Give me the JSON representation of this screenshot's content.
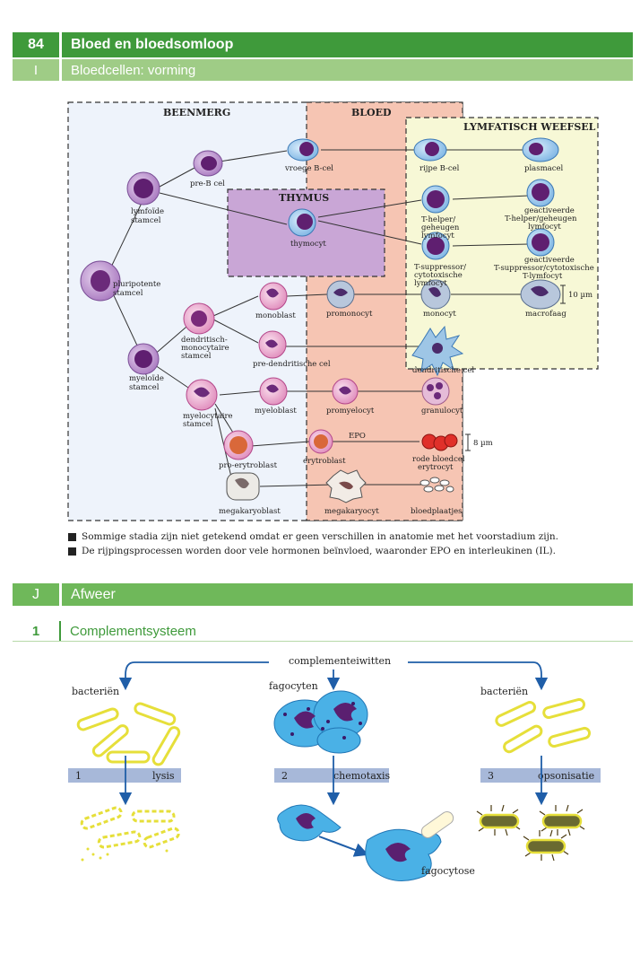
{
  "header": {
    "page_number": "84",
    "title": "Bloed en bloedsomloop"
  },
  "subheader": {
    "number": "I",
    "title": "Bloedcellen: vorming"
  },
  "regions": {
    "beenmerg": "BEENMERG",
    "bloed": "BLOED",
    "lymfatisch": "LYMFATISCH WEEFSEL",
    "thymus": "THYMUS"
  },
  "cells": {
    "vroege_b": "vroege B-cel",
    "rijpe_b": "rijpe B-cel",
    "plasmacel": "plasmacel",
    "pre_b": "pre-B cel",
    "lymfoide": [
      "lymfoïde",
      "stamcel"
    ],
    "thymocyt": "thymocyt",
    "t_helper": [
      "T-helper/",
      "geheugen",
      "lymfocyt"
    ],
    "geact_helper": [
      "geactiveerde",
      "T-helper/geheugen",
      "lymfocyt"
    ],
    "t_supp": [
      "T-suppressor/",
      "cytotoxische",
      "lymfocyt"
    ],
    "geact_supp": [
      "geactiveerde",
      "T-suppressor/cytotoxische",
      "T-lymfocyt"
    ],
    "pluripotente": [
      "pluripotente",
      "stamcel"
    ],
    "monoblast": "monoblast",
    "promonocyt": "promonocyt",
    "monocyt": "monocyt",
    "macrofaag": "macrofaag",
    "scale_10": "10 µm",
    "dendritisch_mono": [
      "dendritisch-",
      "monocytaire",
      "stamcel"
    ],
    "pre_dendritische": "pre-dendritische cel",
    "dendritische": "dendritische cel",
    "myeloide": [
      "myeloïde",
      "stamcel"
    ],
    "myelocytaire": [
      "myelocytaire",
      "stamcel"
    ],
    "myeloblast": "myeloblast",
    "promyelocyt": "promyelocyt",
    "granulocyt": "granulocyt",
    "epo": "EPO",
    "pro_erytroblast": "pro-erytroblast",
    "erytroblast": "erytroblast",
    "rode": [
      "rode bloedcel",
      "erytrocyt"
    ],
    "scale_8": "8 µm",
    "megakaryoblast": "megakaryoblast",
    "megakaryocyt": "megakaryocyt",
    "bloedplaatjes": "bloedplaatjes"
  },
  "notes": [
    "Sommige stadia zijn niet getekend omdat er geen verschillen in anatomie met het voorstadium zijn.",
    "De rijpingsprocessen worden door vele hormonen beïnvloed, waaronder EPO en interleukinen (IL)."
  ],
  "section_j": {
    "letter": "J",
    "title": "Afweer"
  },
  "section_1": {
    "number": "1",
    "title": "Complementsysteem"
  },
  "complement": {
    "top_label": "complementeiwitten",
    "bacteria_left": "bacteriën",
    "bacteria_right": "bacteriën",
    "fagocyten": "fagocyten",
    "steps": [
      {
        "num": "1",
        "label": "lysis"
      },
      {
        "num": "2",
        "label": "chemotaxis"
      },
      {
        "num": "3",
        "label": "opsonisatie"
      }
    ],
    "fagocytose": "fagocytose"
  }
}
